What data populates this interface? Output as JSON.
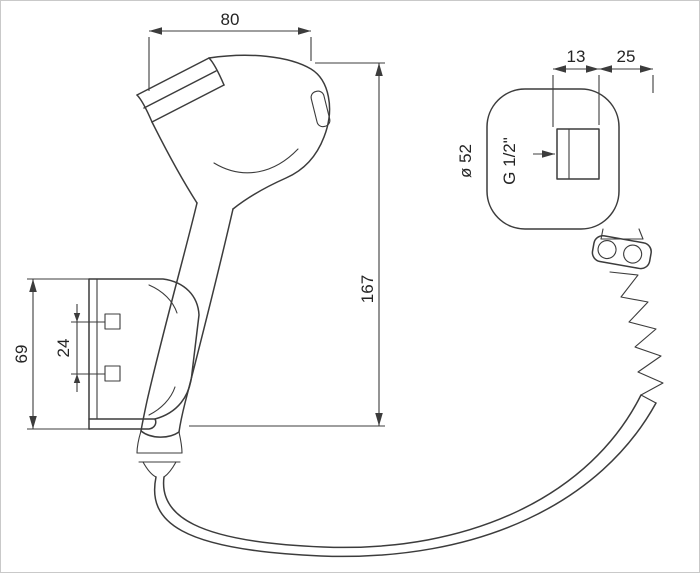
{
  "drawing": {
    "type": "technical-dimension-drawing",
    "subject": "hand shower set with wall bracket, wall outlet elbow and hose",
    "colors": {
      "line": "#3c3c3c",
      "background": "#ffffff"
    },
    "labels": {
      "head_width": "80",
      "total_height": "167",
      "bracket_height": "69",
      "hole_spacing": "24",
      "outlet_dim_left": "13",
      "outlet_dim_right": "25",
      "flange_diameter": "ø 52",
      "thread_size": "G 1/2\""
    }
  }
}
